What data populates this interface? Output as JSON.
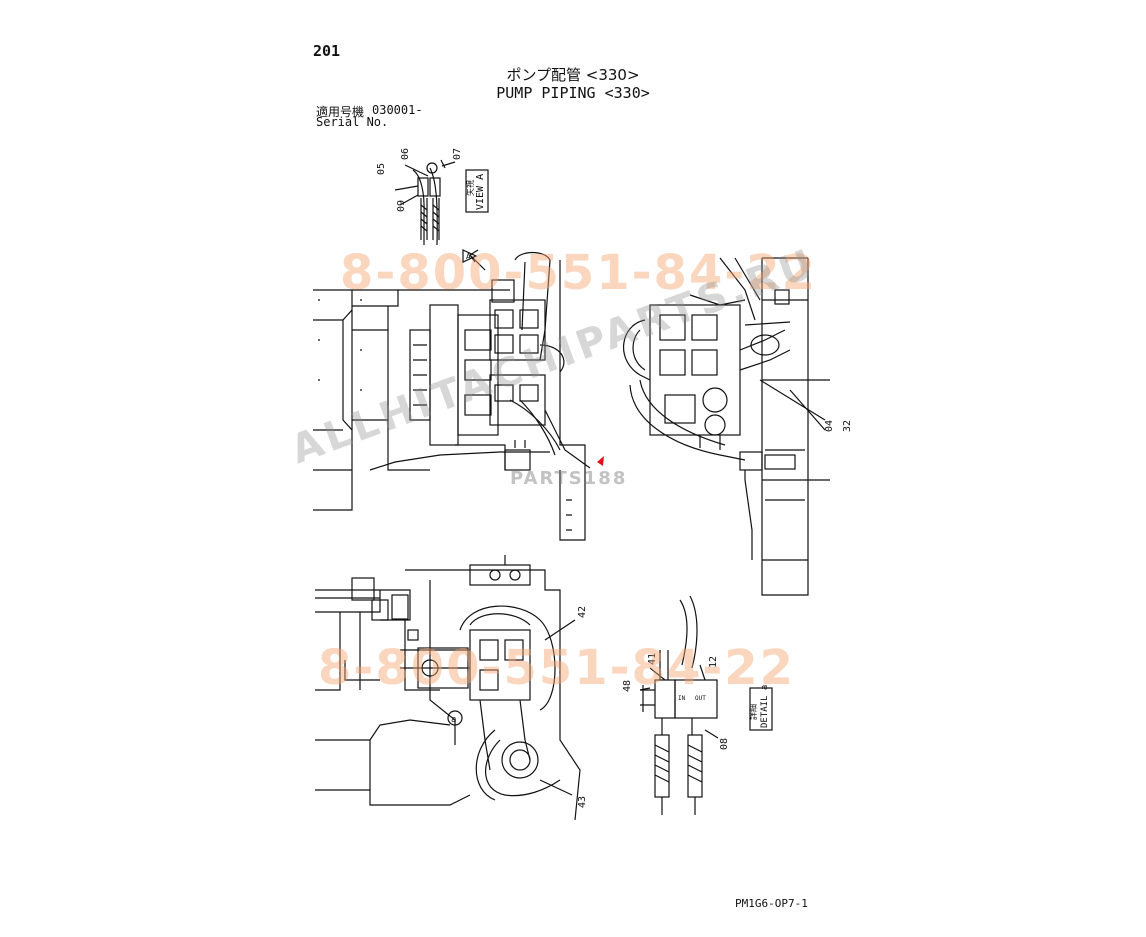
{
  "page": {
    "number": "201",
    "title_jp": "ポンプ配管 <330>",
    "title_en": "PUMP PIPING <330>",
    "serial_label_jp": "適用号機",
    "serial_value": "030001-",
    "serial_label_en": "Serial No.",
    "footer_code": "PM1G6-OP7-1"
  },
  "callouts": {
    "view_a": [
      "05",
      "06",
      "07",
      "09"
    ],
    "main_right": [
      "04",
      "32"
    ],
    "lower_left": [
      "42",
      "43"
    ],
    "detail_a": [
      "41",
      "12",
      "48",
      "08"
    ]
  },
  "labels": {
    "view_a_box": "VIEW A",
    "view_a_jp": "矢視",
    "detail_a_box": "DETAIL a",
    "detail_a_jp": "詳細",
    "in_label": "IN",
    "out_label": "OUT",
    "arrow_a": "A",
    "circle_a": "a"
  },
  "watermarks": {
    "phone": "8-800-551-84-22",
    "brand": "ALLHITACHIPARTS.RU",
    "logo": "PARTS188"
  },
  "colors": {
    "ink": "#111111",
    "watermark_orange": "#f6a56e",
    "watermark_grey": "#8c8c8c",
    "marker_red": "#e0101a"
  }
}
